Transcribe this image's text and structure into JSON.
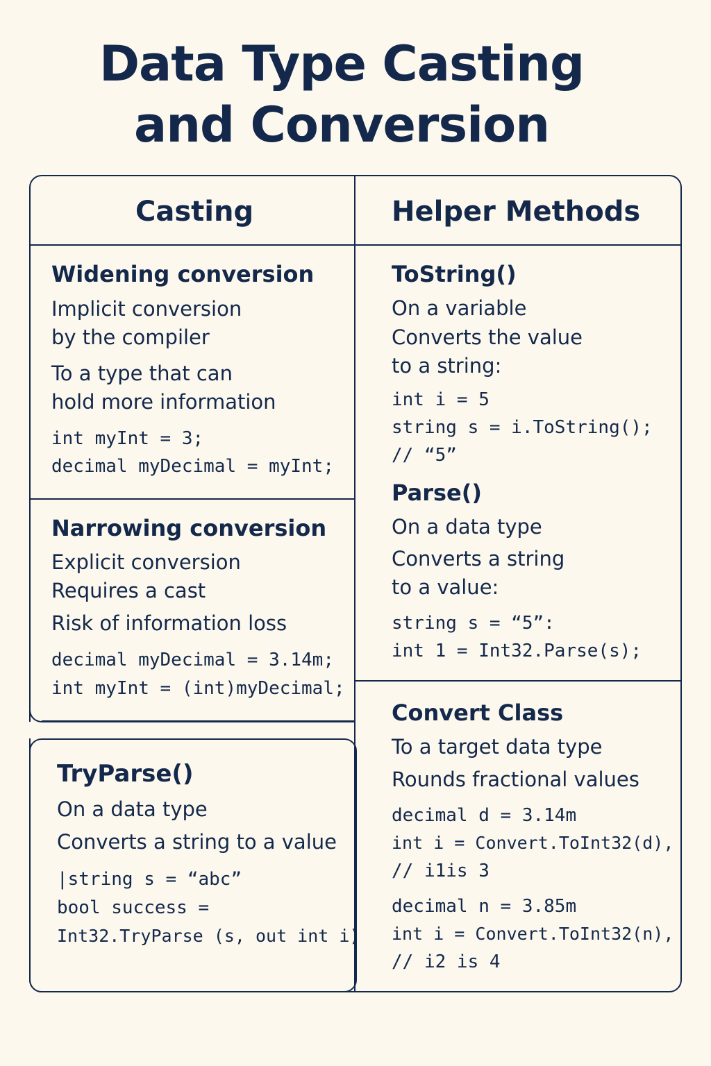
{
  "title": {
    "line1": "Data Type Casting",
    "line2": "and Conversion"
  },
  "columns": {
    "left_header": "Casting",
    "right_header": "Helper Methods"
  },
  "widening": {
    "title": "Widening conversion",
    "lines": [
      "Implicit conversion",
      "by the compiler",
      "To a type that can",
      "hold more information"
    ],
    "code": [
      "int myInt = 3;",
      "decimal myDecimal = myInt;"
    ]
  },
  "narrowing": {
    "title": "Narrowing conversion",
    "lines": [
      "Explicit conversion",
      "Requires a cast",
      "Risk of information loss"
    ],
    "code": [
      "decimal myDecimal = 3.14m;",
      "int myInt = (int)myDecimal;"
    ]
  },
  "tryparse": {
    "title": "TryParse()",
    "lines": [
      "On a data type",
      "Converts a string to a value"
    ],
    "code": [
      "|string s = “abc”",
      "bool success =",
      "Int32.TryParse (s, out int i)"
    ]
  },
  "tostring": {
    "title": "ToString()",
    "lines": [
      "On a variable",
      "Converts the value",
      "to a string:"
    ],
    "code": [
      "int i = 5",
      "string s = i.ToString();",
      "// “5”"
    ]
  },
  "parse": {
    "title": "Parse()",
    "lines": [
      "On a data type",
      "Converts a string",
      "to a value:"
    ],
    "code": [
      "string s = “5”:",
      "int 1 = Int32.Parse(s);"
    ]
  },
  "convert": {
    "title": "Convert Class",
    "lines": [
      "To a target data type",
      "Rounds fractional values"
    ],
    "code": [
      "decimal d = 3.14m",
      "int i = Convert.ToInt32(d),",
      "// i1is 3",
      "decimal n = 3.85m",
      "int i = Convert.ToInt32(n),",
      "// i2 is 4"
    ]
  }
}
